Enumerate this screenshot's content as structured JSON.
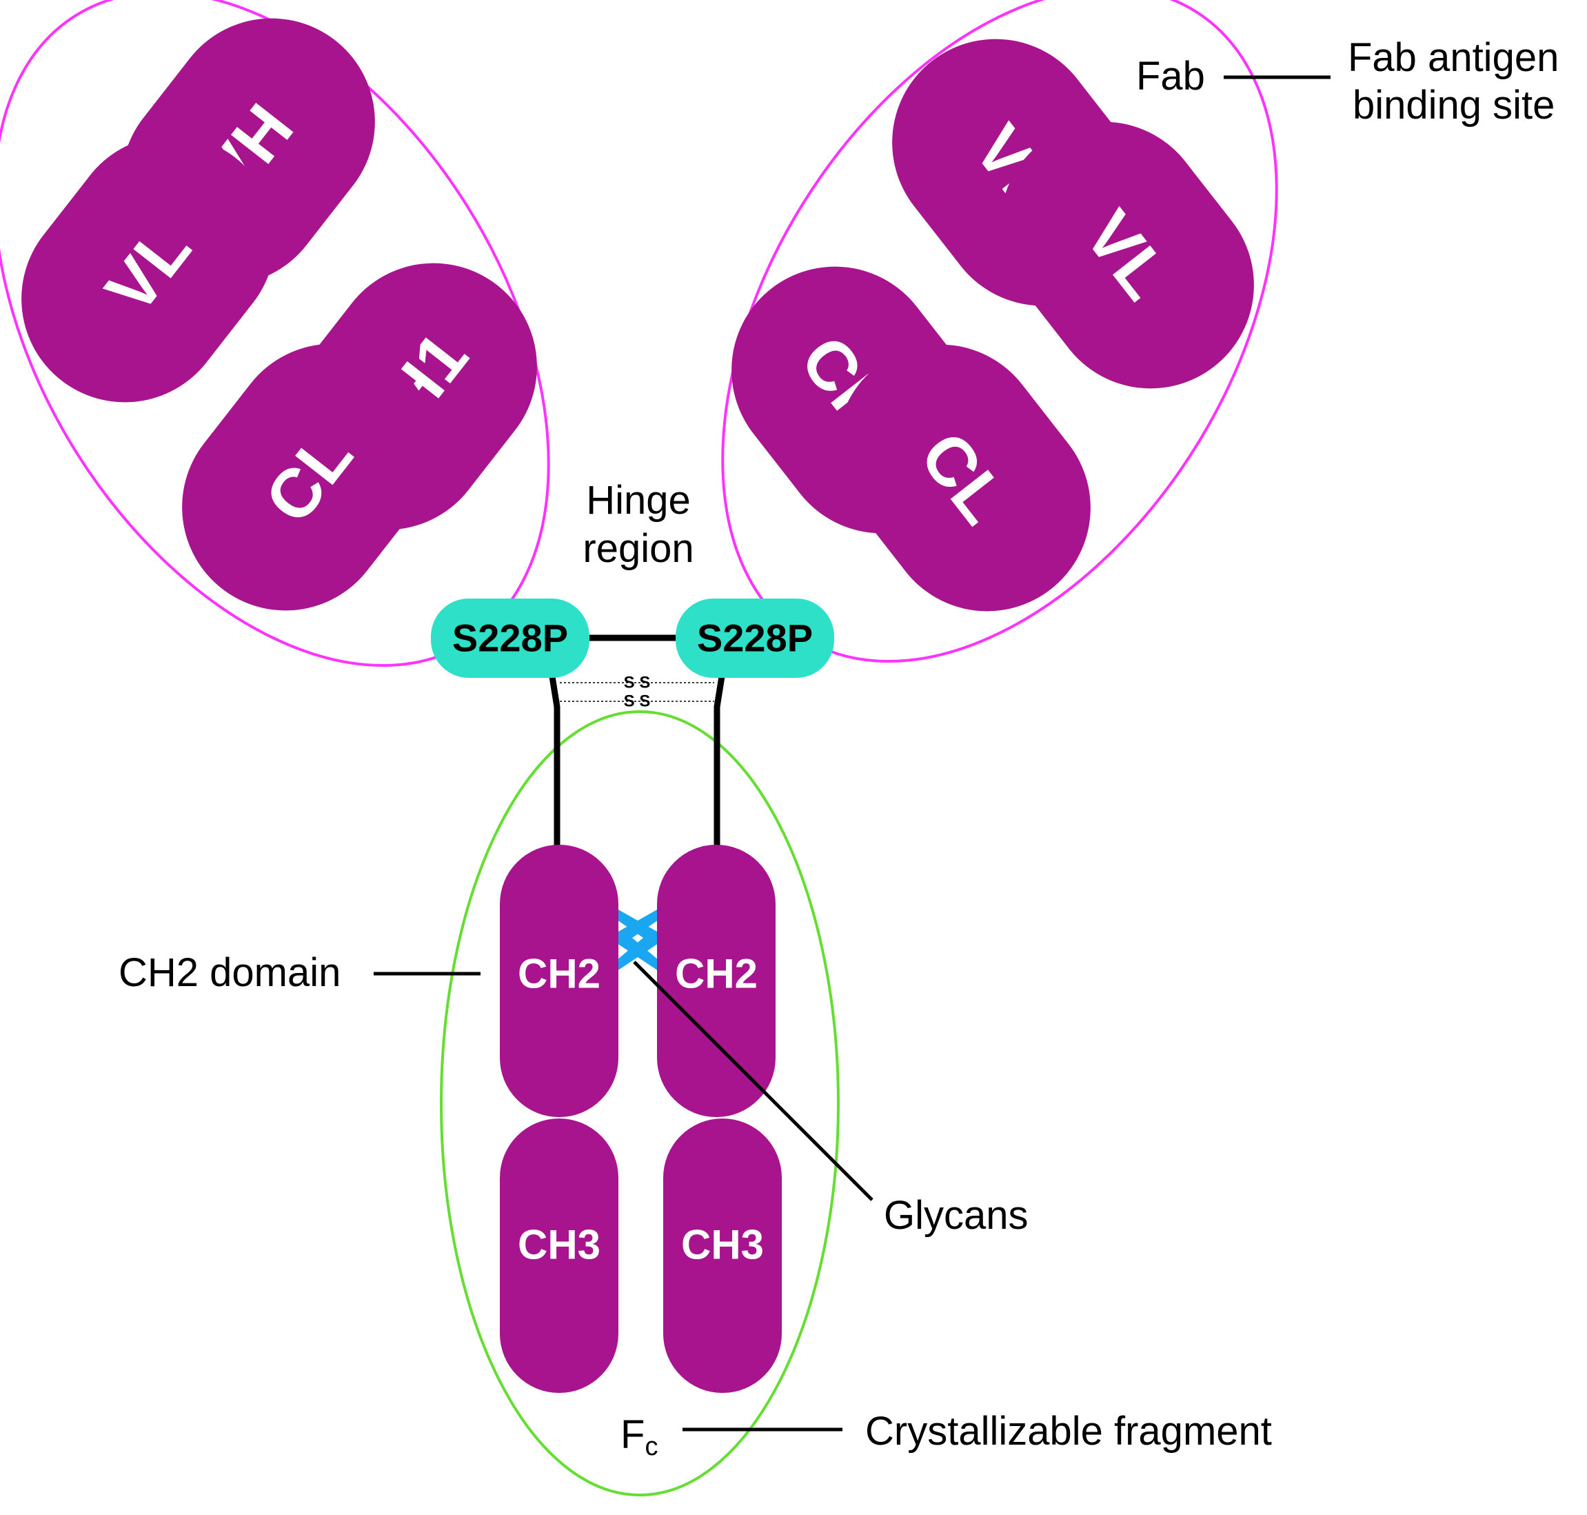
{
  "colors": {
    "domain": "#a8148e",
    "hinge": "#2ee0c8",
    "fab_outline": "#ff33ff",
    "fc_outline": "#66dd33",
    "glycan": "#1aa6f0"
  },
  "left_fab": {
    "vh": "VH",
    "vl": "VL",
    "ch1": "CH1",
    "cl": "CL"
  },
  "right_fab": {
    "vh": "VH",
    "vl": "VL",
    "ch1": "CH1",
    "cl": "CL"
  },
  "hinge": {
    "left": "S228P",
    "right": "S228P",
    "label_line1": "Hinge",
    "label_line2": "region",
    "ss_top": "S S",
    "ss_bottom": "S S"
  },
  "fc": {
    "ch2_left": "CH2",
    "ch2_right": "CH2",
    "ch3_left": "CH3",
    "ch3_right": "CH3",
    "fc_main": "F",
    "fc_sub": "c"
  },
  "annotations": {
    "fab": "Fab",
    "fab_site_line1": "Fab antigen",
    "fab_site_line2": "binding site",
    "ch2_domain": "CH2 domain",
    "glycans": "Glycans",
    "crystallizable": "Crystallizable fragment"
  }
}
